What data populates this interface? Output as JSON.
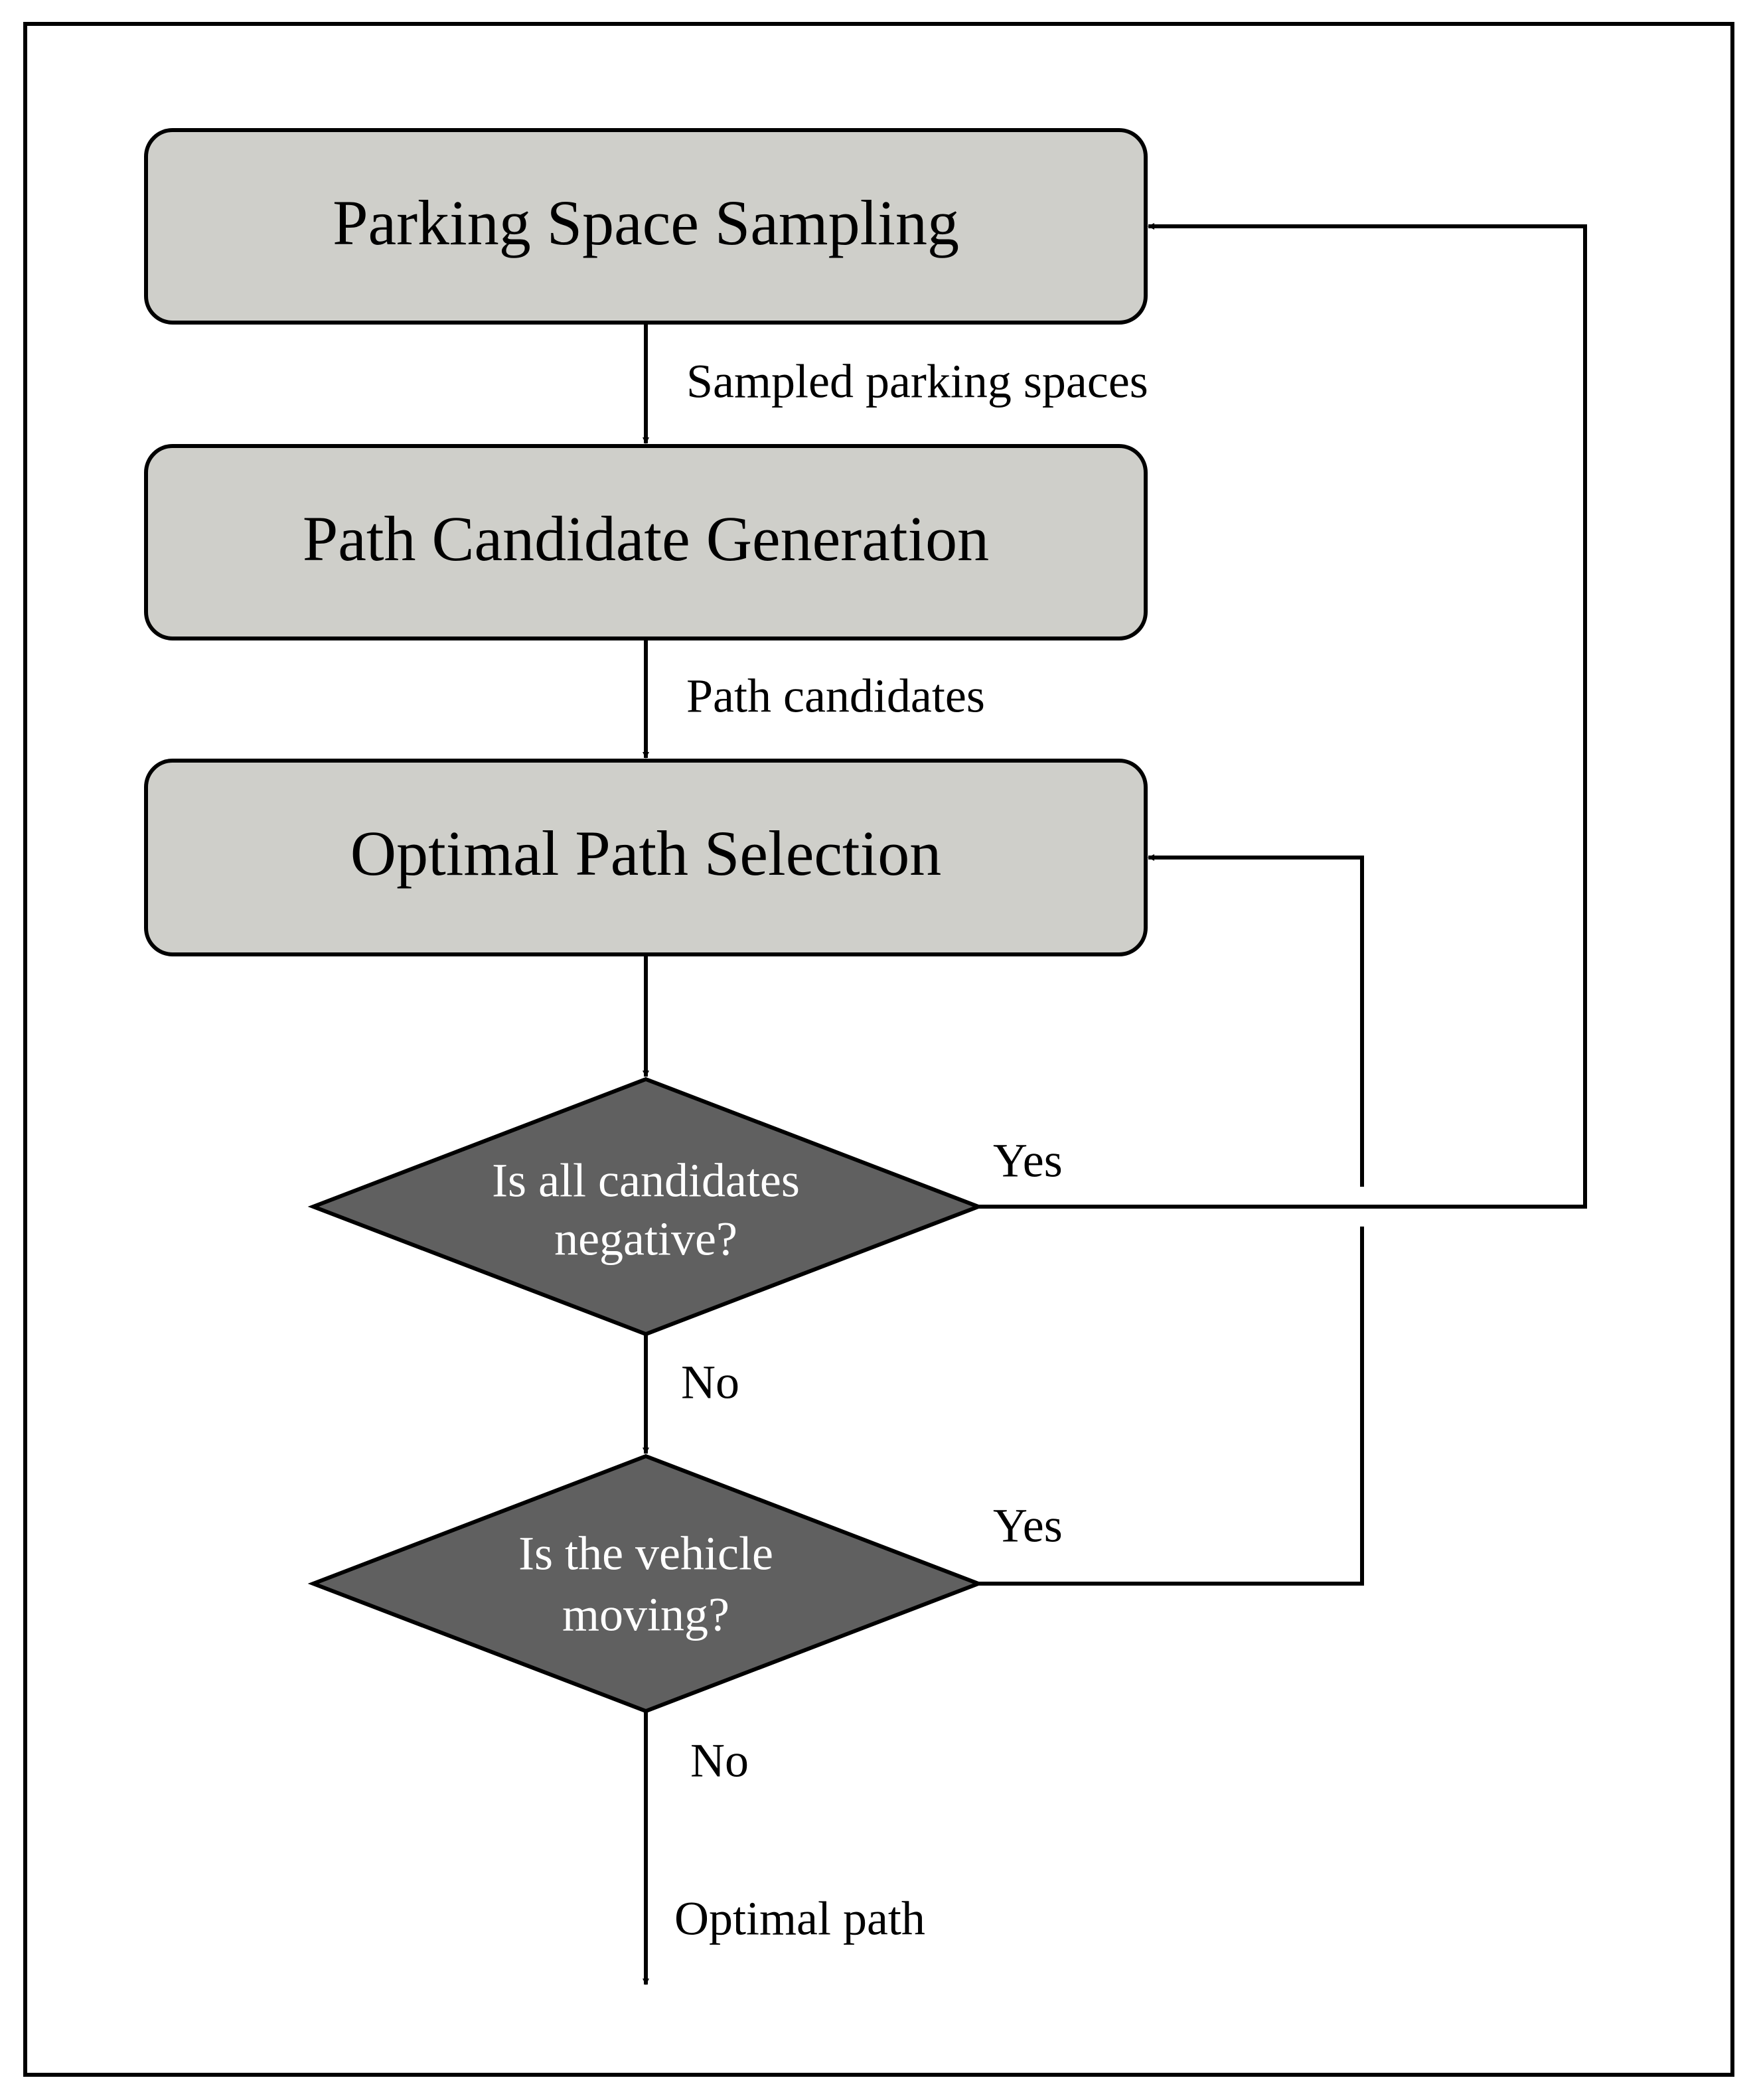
{
  "colors": {
    "process_fill": "#cfcfca",
    "decision_fill": "#606060",
    "stroke": "#000000",
    "decision_text": "#ffffff"
  },
  "nodes": {
    "parking_space_sampling": "Parking Space Sampling",
    "path_candidate_generation": "Path Candidate Generation",
    "optimal_path_selection": "Optimal Path Selection",
    "decision_all_negative": {
      "line1": "Is all candidates",
      "line2": "negative?"
    },
    "decision_vehicle_moving": {
      "line1": "Is the vehicle",
      "line2": "moving?"
    }
  },
  "edges": {
    "sampled_parking_spaces": "Sampled parking spaces",
    "path_candidates": "Path candidates",
    "all_negative_yes": "Yes",
    "all_negative_no": "No",
    "vehicle_moving_yes": "Yes",
    "vehicle_moving_no": "No",
    "optimal_path": "Optimal path"
  }
}
